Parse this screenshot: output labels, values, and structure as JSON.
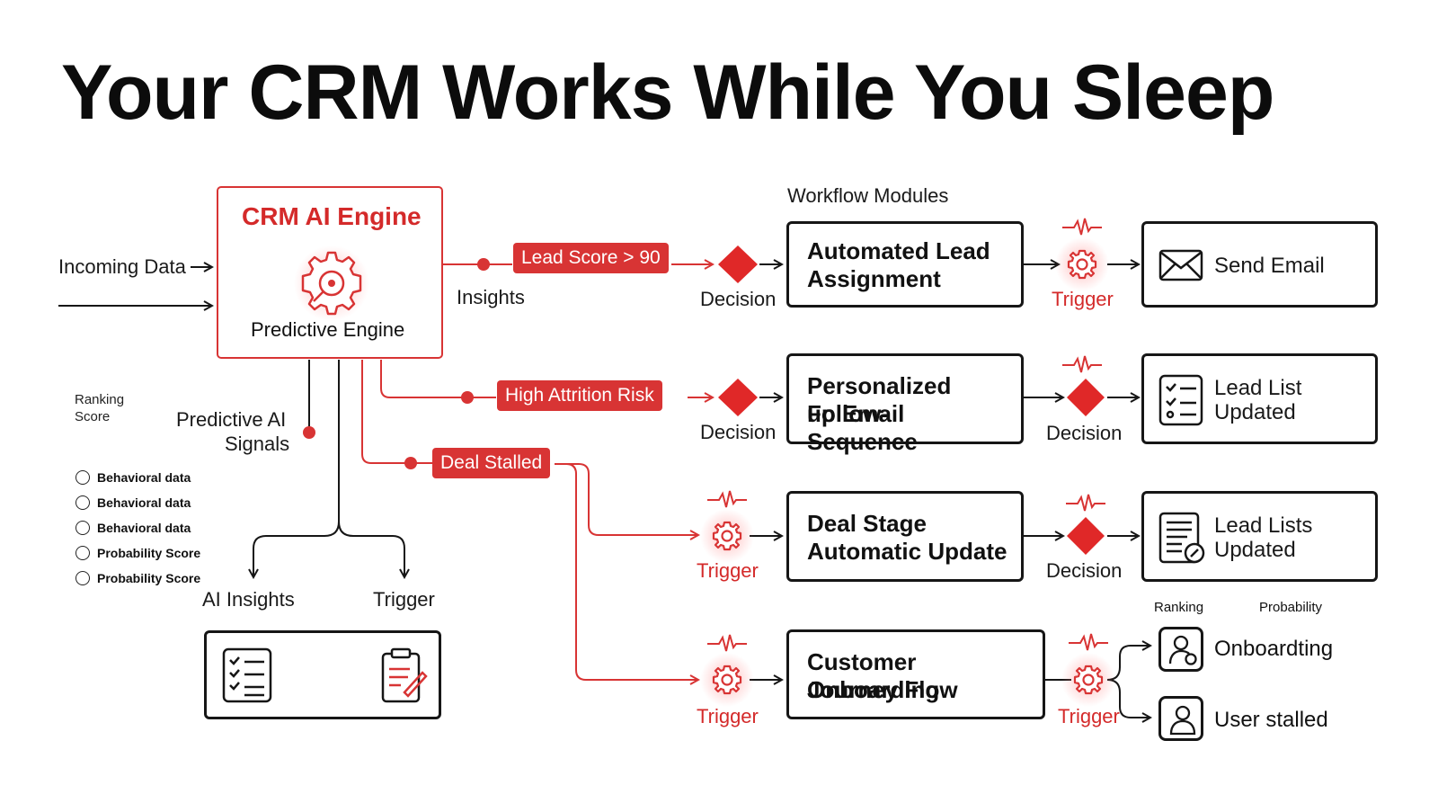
{
  "title": "Your CRM Works While You Sleep",
  "engine": {
    "title": "CRM AI Engine",
    "subtitle": "Predictive Engine"
  },
  "left": {
    "incoming": "Incoming Data",
    "insights": "Insights",
    "ranking": [
      "Ranking",
      "Score"
    ],
    "signals": [
      "Predictive AI",
      "Signals"
    ],
    "legend": [
      {
        "label": "Behavioral data",
        "icon": "user-circle-icon"
      },
      {
        "label": "Behavioral data",
        "icon": "phone-circle-icon"
      },
      {
        "label": "Behavioral data",
        "icon": "face-circle-icon"
      },
      {
        "label": "Probability Score",
        "icon": "chart-circle-icon"
      },
      {
        "label": "Probability Score",
        "icon": "face-circle-icon"
      }
    ],
    "ai_insights": "AI Insights",
    "trigger": "Trigger"
  },
  "pills": [
    "Lead Score > 90",
    "High Attrition Risk",
    "Deal Stalled"
  ],
  "workflow_header": "Workflow Modules",
  "decision_label": "Decision",
  "trigger_label": "Trigger",
  "modules": [
    {
      "lines": [
        "Automated Lead",
        "Assignment"
      ]
    },
    {
      "lines": [
        "Personalized Follow-",
        "up Email Sequence"
      ]
    },
    {
      "lines": [
        "Deal Stage",
        "Automatic Update"
      ]
    },
    {
      "lines": [
        "Customer Onboarding",
        "Journey Flow"
      ]
    }
  ],
  "outputs": [
    {
      "lines": [
        "Send Email"
      ],
      "icon": "envelope-icon"
    },
    {
      "lines": [
        "Lead List",
        "Updated"
      ],
      "icon": "checklist-icon"
    },
    {
      "lines": [
        "Lead Lists",
        "Updated"
      ],
      "icon": "document-icon"
    }
  ],
  "bottom_right": {
    "ranking": "Ranking",
    "probability": "Probability",
    "onboarding": "Onboardting",
    "stalled": "User stalled"
  },
  "colors": {
    "accent": "#d83434",
    "ink": "#161616"
  }
}
